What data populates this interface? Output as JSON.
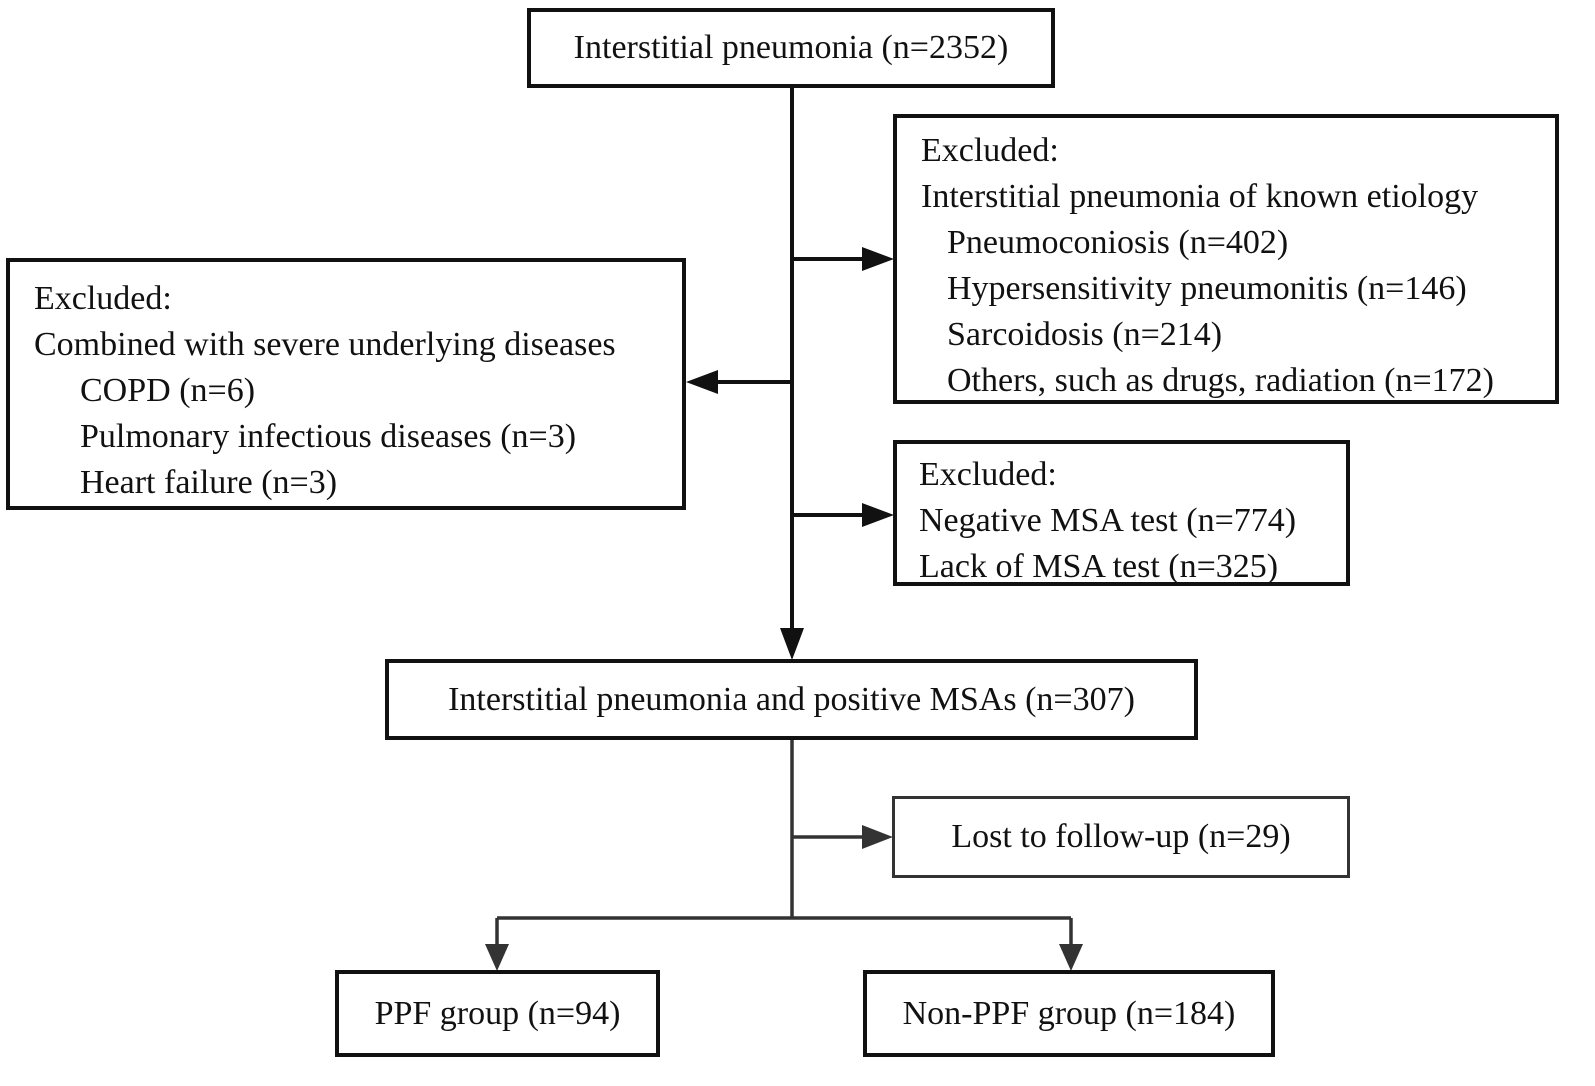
{
  "diagram": {
    "start": {
      "label": "Interstitial pneumonia (n=2352)"
    },
    "excluded_etiology": {
      "header": "Excluded:",
      "category": "Interstitial pneumonia of known etiology",
      "items": [
        "Pneumoconiosis (n=402)",
        "Hypersensitivity pneumonitis (n=146)",
        "Sarcoidosis (n=214)",
        "Others, such as drugs, radiation (n=172)"
      ]
    },
    "excluded_underlying": {
      "header": "Excluded:",
      "category": "Combined with severe underlying diseases",
      "items": [
        "COPD (n=6)",
        "Pulmonary infectious diseases (n=3)",
        "Heart failure (n=3)"
      ]
    },
    "excluded_msa": {
      "header": "Excluded:",
      "items": [
        "Negative MSA test (n=774)",
        "Lack of MSA test (n=325)"
      ]
    },
    "positive": {
      "label": "Interstitial pneumonia and positive MSAs (n=307)"
    },
    "lost": {
      "label": "Lost to follow-up (n=29)"
    },
    "ppf": {
      "label": "PPF group (n=94)"
    },
    "non_ppf": {
      "label": "Non-PPF group (n=184)"
    }
  },
  "colors": {
    "upper_lines": "#111111",
    "lower_lines": "#333333",
    "background": "#ffffff"
  }
}
